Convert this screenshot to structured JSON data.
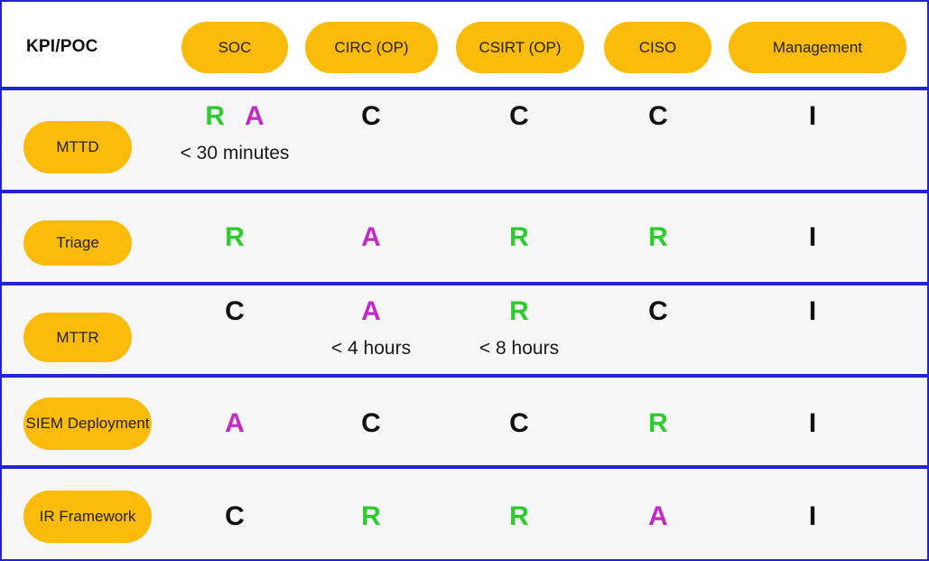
{
  "header": {
    "corner": "KPI/POC",
    "columns": [
      "SOC",
      "CIRC (OP)",
      "CSIRT (OP)",
      "CISO",
      "Management"
    ]
  },
  "rows": [
    {
      "kpi": "MTTD",
      "cells": [
        {
          "letters": [
            "R",
            "A"
          ],
          "note": "< 30 minutes"
        },
        {
          "letters": [
            "C"
          ],
          "note": ""
        },
        {
          "letters": [
            "C"
          ],
          "note": ""
        },
        {
          "letters": [
            "C"
          ],
          "note": ""
        },
        {
          "letters": [
            "I"
          ],
          "note": ""
        }
      ]
    },
    {
      "kpi": "Triage",
      "cells": [
        {
          "letters": [
            "R"
          ],
          "note": ""
        },
        {
          "letters": [
            "A"
          ],
          "note": ""
        },
        {
          "letters": [
            "R"
          ],
          "note": ""
        },
        {
          "letters": [
            "R"
          ],
          "note": ""
        },
        {
          "letters": [
            "I"
          ],
          "note": ""
        }
      ]
    },
    {
      "kpi": "MTTR",
      "cells": [
        {
          "letters": [
            "C"
          ],
          "note": ""
        },
        {
          "letters": [
            "A"
          ],
          "note": "< 4 hours"
        },
        {
          "letters": [
            "R"
          ],
          "note": "< 8 hours"
        },
        {
          "letters": [
            "C"
          ],
          "note": ""
        },
        {
          "letters": [
            "I"
          ],
          "note": ""
        }
      ]
    },
    {
      "kpi": "SIEM Deployment",
      "cells": [
        {
          "letters": [
            "A"
          ],
          "note": ""
        },
        {
          "letters": [
            "C"
          ],
          "note": ""
        },
        {
          "letters": [
            "C"
          ],
          "note": ""
        },
        {
          "letters": [
            "R"
          ],
          "note": ""
        },
        {
          "letters": [
            "I"
          ],
          "note": ""
        }
      ]
    },
    {
      "kpi": "IR Framework",
      "cells": [
        {
          "letters": [
            "C"
          ],
          "note": ""
        },
        {
          "letters": [
            "R"
          ],
          "note": ""
        },
        {
          "letters": [
            "R"
          ],
          "note": ""
        },
        {
          "letters": [
            "A"
          ],
          "note": ""
        },
        {
          "letters": [
            "I"
          ],
          "note": ""
        }
      ]
    }
  ],
  "colors": {
    "R": "#2ecb2e",
    "A": "#c328c8",
    "C": "#111111",
    "I": "#111111",
    "pill": "#fbbb0b",
    "border": "#2323d6"
  }
}
